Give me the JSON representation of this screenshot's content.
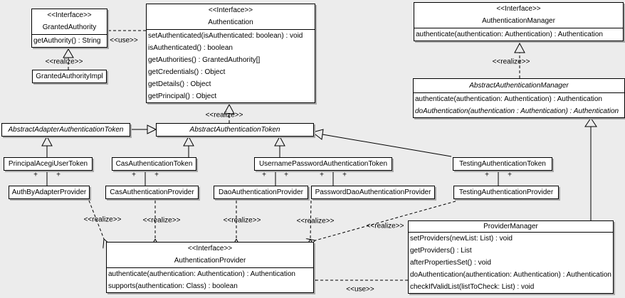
{
  "stereotypes": {
    "interface": "<<Interface>>"
  },
  "labels": {
    "use": "<<use>>",
    "realize": "<<realize>>",
    "plus": "+"
  },
  "classes": {
    "granted_authority": {
      "name": "GrantedAuthority",
      "methods": [
        "getAuthority() : String"
      ]
    },
    "granted_authority_impl": {
      "name": "GrantedAuthorityImpl"
    },
    "authentication": {
      "name": "Authentication",
      "methods": [
        "setAuthenticated(isAuthenticated: boolean) : void",
        "isAuthenticated() : boolean",
        "getAuthorities() : GrantedAuthority[]",
        "getCredentials() : Object",
        "getDetails() : Object",
        "getPrincipal() : Object"
      ]
    },
    "authentication_manager": {
      "name": "AuthenticationManager",
      "methods": [
        "authenticate(authentication: Authentication) : Authentication"
      ]
    },
    "abstract_authentication_manager": {
      "name": "AbstractAuthenticationManager",
      "methods": [
        "authenticate(authentication: Authentication) : Authentication",
        "doAuthentication(authentication : Authentication) : Authentication"
      ]
    },
    "abstract_adapter_authentication_token": {
      "name": "AbstractAdapterAuthenticationToken"
    },
    "abstract_authentication_token": {
      "name": "AbstractAuthenticationToken"
    },
    "principal_acegi_user_token": {
      "name": "PrincipalAcegiUserToken"
    },
    "cas_authentication_token": {
      "name": "CasAuthenticationToken"
    },
    "username_password_authentication_token": {
      "name": "UsernamePasswordAuthenticationToken"
    },
    "testing_authentication_token": {
      "name": "TestingAuthenticationToken"
    },
    "auth_by_adapter_provider": {
      "name": "AuthByAdapterProvider"
    },
    "cas_authentication_provider": {
      "name": "CasAuthenticationProvider"
    },
    "dao_authentication_provider": {
      "name": "DaoAuthenticationProvider"
    },
    "password_dao_authentication_provider": {
      "name": "PasswordDaoAuthenticationProvider"
    },
    "testing_authentication_provider": {
      "name": "TestingAuthenticationProvider"
    },
    "provider_manager": {
      "name": "ProviderManager",
      "methods": [
        "setProviders(newList: List) : void",
        "getProviders() : List",
        "afterPropertiesSet() : void",
        "doAuthentication(authentication: Authentication) : Authentication",
        "checkIfValidList(listToCheck: List) : void"
      ]
    },
    "authentication_provider": {
      "name": "AuthenticationProvider",
      "methods": [
        "authenticate(authentication: Authentication) : Authentication",
        "supports(authentication: Class) : boolean"
      ]
    }
  }
}
